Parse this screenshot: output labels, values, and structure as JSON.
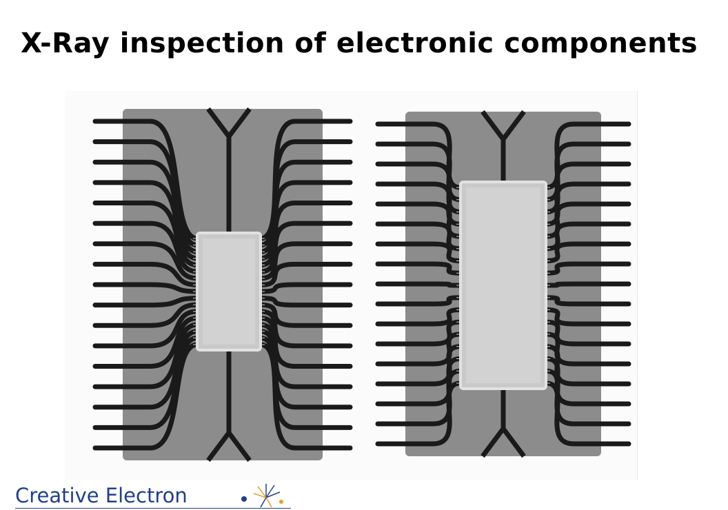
{
  "page": {
    "title": "X-Ray inspection of electronic components"
  },
  "figure": {
    "subject": "x-ray image",
    "chips": [
      {
        "id": "left",
        "pins_per_side": 17
      },
      {
        "id": "right",
        "pins_per_side": 17
      }
    ]
  },
  "logo": {
    "text": "Creative Electron",
    "brand_color": "#1f3f8f",
    "accent_color": "#e8a020",
    "icon": "spark-burst-icon"
  }
}
